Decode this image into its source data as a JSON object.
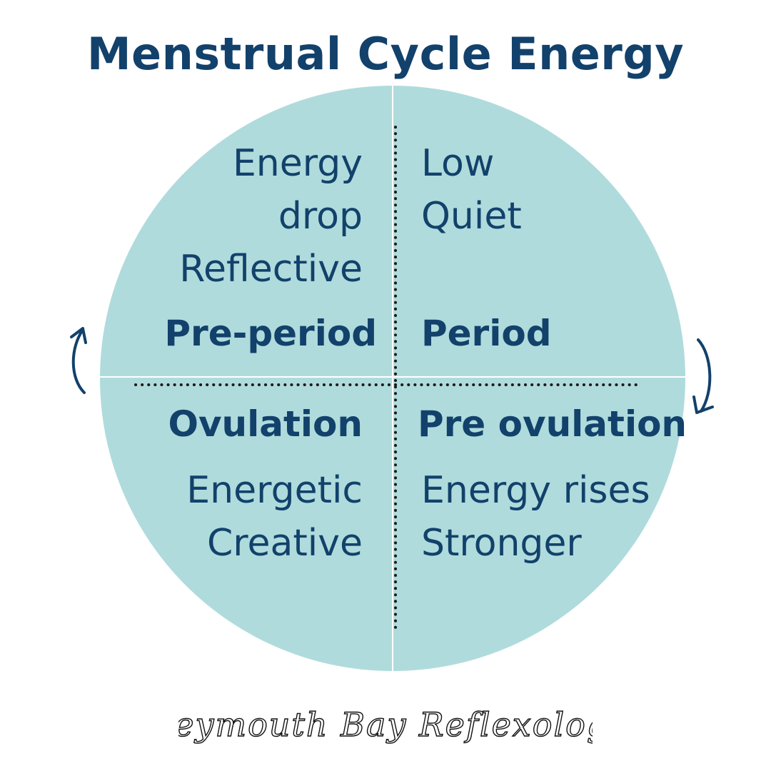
{
  "title": "Menstrual Cycle Energy",
  "colors": {
    "circle_fill": "#b0dbdc",
    "text": "#12416b",
    "divider_dots": "#1a1a1a",
    "quadrant_gap": "#ffffff"
  },
  "quadrants": {
    "top_left": {
      "phase": "Pre-period",
      "descriptors": [
        "Energy",
        "drop",
        "Reflective"
      ]
    },
    "top_right": {
      "phase": "Period",
      "descriptors": [
        "Low",
        "Quiet"
      ]
    },
    "bottom_left": {
      "phase": "Ovulation",
      "descriptors": [
        "Energetic",
        "Creative"
      ]
    },
    "bottom_right": {
      "phase": "Pre ovulation",
      "descriptors": [
        "Energy rises",
        "Stronger"
      ]
    }
  },
  "cycle_direction": "clockwise",
  "footer": {
    "signature": "Weymouth Bay Reflexology"
  }
}
